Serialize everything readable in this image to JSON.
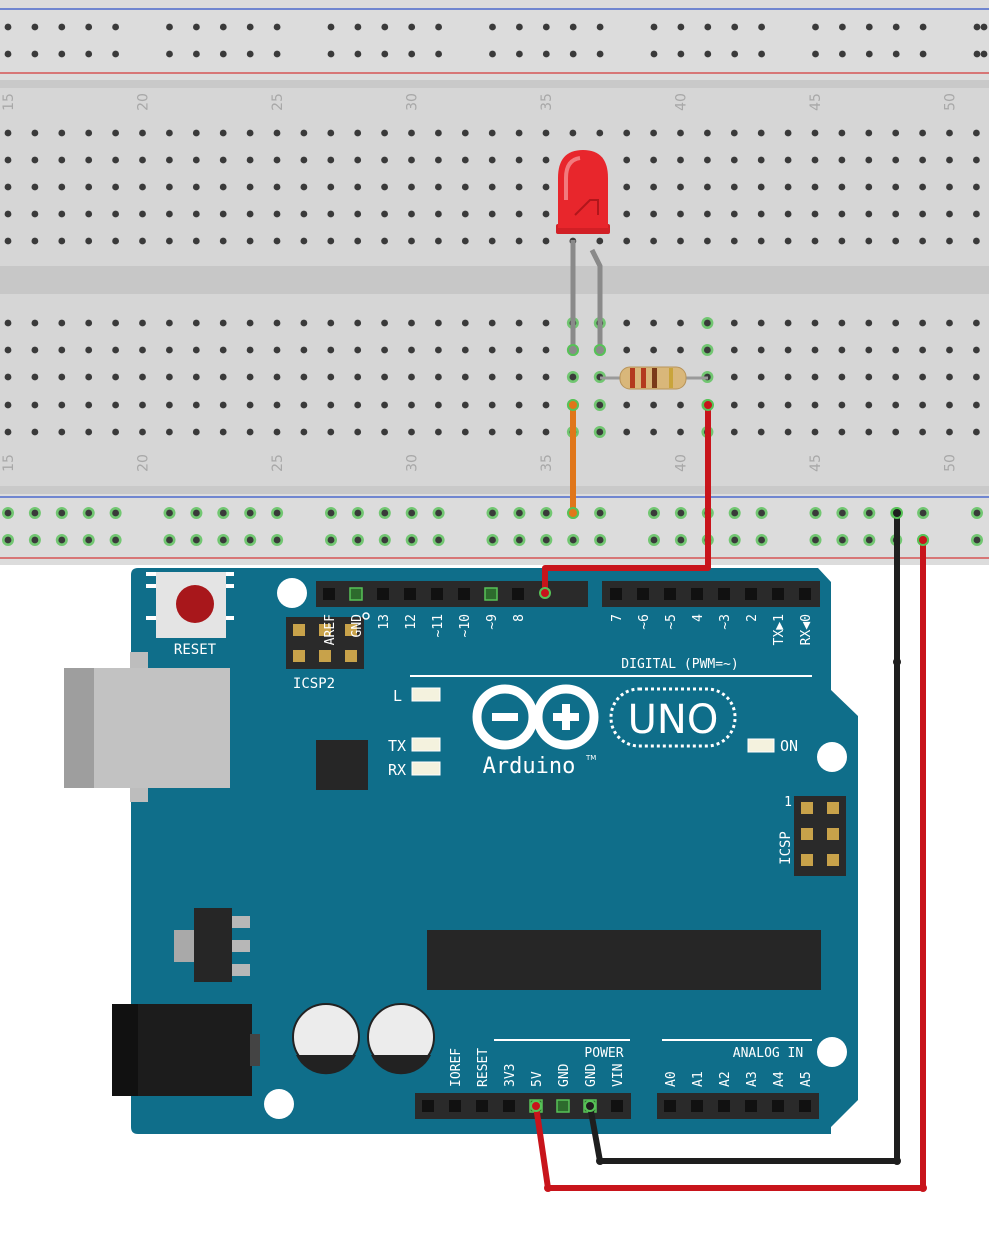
{
  "breadboard": {
    "column_numbers": [
      "15",
      "20",
      "25",
      "30",
      "35",
      "40",
      "45",
      "50"
    ],
    "colors": {
      "body": "#d6d6d6",
      "strip": "#c8c8c8",
      "power_red": "#d43a3a",
      "power_blue": "#2f52c9",
      "hole": "#3a3a3a",
      "connected_hole": "#57c257"
    }
  },
  "led": {
    "color": "red",
    "hex": "#e8262c"
  },
  "resistor": {
    "body_hex": "#d9b77a"
  },
  "arduino": {
    "board_color": "#0f6e8a",
    "reset_label": "RESET",
    "icsp2_label": "ICSP2",
    "icsp_label": "ICSP",
    "icsp_pin1": "1",
    "digital_pins_left": [
      "AREF",
      "GND",
      "13",
      "12",
      "~11",
      "~10",
      "~9",
      "8"
    ],
    "digital_pins_right": [
      "7",
      "~6",
      "~5",
      "4",
      "~3",
      "2",
      "TX▶1",
      "RX◀0"
    ],
    "digital_caption": "DIGITAL (PWM=~)",
    "led_labels": {
      "l": "L",
      "tx": "TX",
      "rx": "RX",
      "on": "ON"
    },
    "logo_text": "Arduino",
    "tm": "TM",
    "model": "UNO",
    "power_caption": "POWER",
    "power_pins": [
      "IOREF",
      "RESET",
      "3V3",
      "5V",
      "GND",
      "GND",
      "VIN"
    ],
    "analog_caption": "ANALOG IN",
    "analog_pins": [
      "A0",
      "A1",
      "A2",
      "A3",
      "A4",
      "A5"
    ]
  },
  "wires": [
    {
      "name": "orange",
      "hex": "#e0761a"
    },
    {
      "name": "red",
      "hex": "#c8141b"
    },
    {
      "name": "black",
      "hex": "#1e1e1e"
    }
  ]
}
